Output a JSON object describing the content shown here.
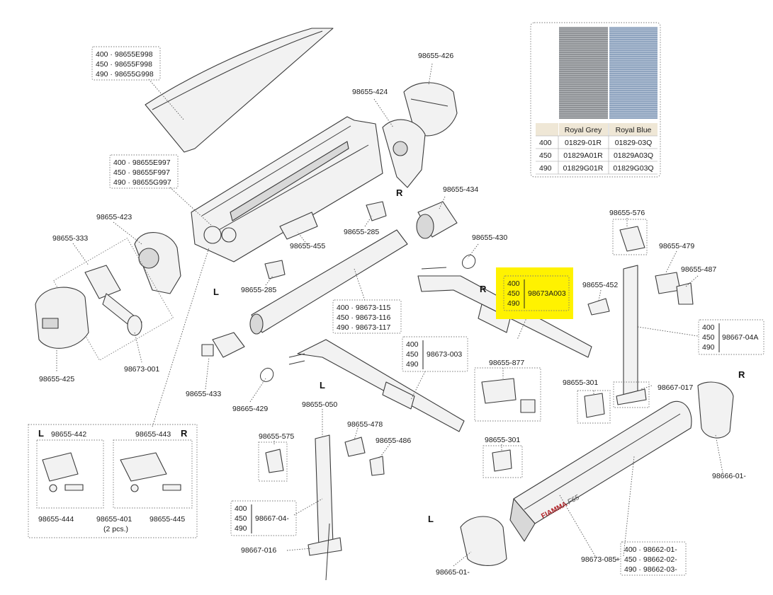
{
  "side_labels": {
    "left": "L",
    "right": "R"
  },
  "part_numbers": {
    "p426": "98655-426",
    "p424": "98655-424",
    "p434": "98655-434",
    "p423": "98655-423",
    "p333": "98655-333",
    "p455": "98655-455",
    "p285a": "98655-285",
    "p285b": "98655-285",
    "p430": "98655-430",
    "p576": "98655-576",
    "p479": "98655-479",
    "p487": "98655-487",
    "p452": "98655-452",
    "p425": "98655-425",
    "p001": "98673-001",
    "p433": "98655-433",
    "p429": "98665-429",
    "p050": "98655-050",
    "p478": "98655-478",
    "p486": "98655-486",
    "p575": "98655-575",
    "p877": "98655-877",
    "p301a": "98655-301",
    "p301b": "98655-301",
    "p017": "98667-017",
    "p442": "98655-442",
    "p443": "98655-443",
    "p444": "98655-444",
    "p401": "98655-401",
    "p401_qty": "(2 pcs.)",
    "p445": "98655-445",
    "p016": "98667-016",
    "p665": "98665-01-",
    "p666": "98666-01-",
    "p085": "98673-085"
  },
  "size_groups": {
    "cover_top": [
      "400 · 98655E998",
      "450 · 98655F998",
      "490 · 98655G998"
    ],
    "cover_mid": [
      "400 · 98655E997",
      "450 · 98655F997",
      "490 · 98655G997"
    ],
    "roller": [
      "400 · 98673-115",
      "450 · 98673-116",
      "490 · 98673-117"
    ],
    "case": [
      "400 · 98662-01-",
      "450 · 98662-02-",
      "490 · 98662-03-"
    ]
  },
  "bracket_groups": {
    "arm_right": {
      "sizes": [
        "400",
        "450",
        "490"
      ],
      "code": "98673A003"
    },
    "arm_left": {
      "sizes": [
        "400",
        "450",
        "490"
      ],
      "code": "98673-003"
    },
    "leg_right": {
      "sizes": [
        "400",
        "450",
        "490"
      ],
      "code": "98667-04A"
    },
    "leg_left": {
      "sizes": [
        "400",
        "450",
        "490"
      ],
      "code": "98667-04-"
    }
  },
  "brand": "FIAMMA",
  "model": "F65",
  "fabric_table": {
    "headers": [
      "",
      "Royal Grey",
      "Royal Blue"
    ],
    "rows": [
      [
        "400",
        "01829-01R",
        "01829-03Q"
      ],
      [
        "450",
        "01829A01R",
        "01829A03Q"
      ],
      [
        "490",
        "01829G01R",
        "01829G03Q"
      ]
    ]
  },
  "colors": {
    "highlight": "#fff200",
    "table_header": "#efe7d6",
    "fabric_grey": "#8f9296",
    "fabric_blue": "#8fa4bf"
  }
}
